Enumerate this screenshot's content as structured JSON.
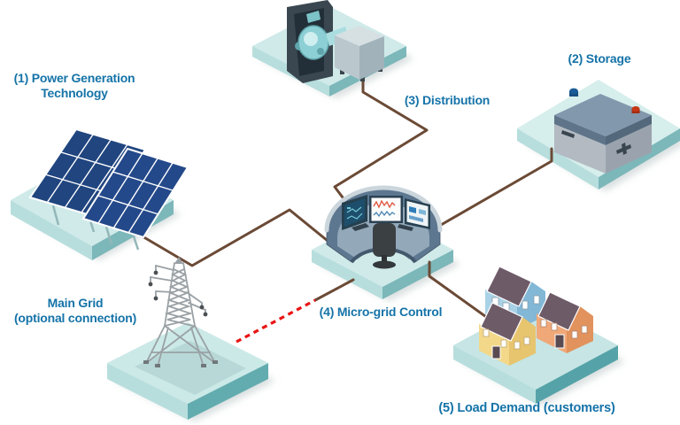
{
  "diagram": {
    "type": "isometric-microgrid-overview",
    "labels": {
      "power_generation_line1": "(1) Power Generation",
      "power_generation_line2": "Technology",
      "storage": "(2) Storage",
      "distribution": "(3) Distribution",
      "main_grid_line1": "Main Grid",
      "main_grid_line2": "(optional connection)",
      "microgrid_control": "(4) Micro-grid Control",
      "load_demand": "(5) Load Demand (customers)"
    },
    "nodes": [
      {
        "id": "power-generation",
        "label": "(1) Power Generation Technology",
        "icon": "solar-panels-icon"
      },
      {
        "id": "storage",
        "label": "(2) Storage",
        "icon": "battery-icon"
      },
      {
        "id": "distribution",
        "label": "(3) Distribution",
        "icon": "generator-icon"
      },
      {
        "id": "microgrid-control",
        "label": "(4) Micro-grid Control",
        "icon": "control-desk-icon"
      },
      {
        "id": "load-demand",
        "label": "(5) Load Demand (customers)",
        "icon": "houses-icon"
      },
      {
        "id": "main-grid",
        "label": "Main Grid (optional connection)",
        "icon": "transmission-tower-icon"
      }
    ],
    "connections": [
      {
        "from": "power-generation",
        "to": "microgrid-control",
        "style": "solid"
      },
      {
        "from": "distribution",
        "to": "microgrid-control",
        "style": "solid"
      },
      {
        "from": "storage",
        "to": "microgrid-control",
        "style": "solid"
      },
      {
        "from": "microgrid-control",
        "to": "load-demand",
        "style": "solid"
      },
      {
        "from": "main-grid",
        "to": "microgrid-control",
        "style": "dashed-optional"
      }
    ],
    "colors": {
      "label_text": "#1573a8",
      "line": "#6b4a36",
      "optional_line": "#ea1414",
      "platform_top": "#cfeae9",
      "platform_side_light": "#b7dedd",
      "platform_side_dark": "#7cb7ba",
      "solar_panel": "#20457f",
      "panel_grid": "#ffffff",
      "battery_body": "#b3bac2",
      "battery_lid": "#7e95ab",
      "terminal_negative": "#1a5c97",
      "terminal_positive": "#c63715",
      "generator_frame": "#3a4750",
      "generator_engine": "#8ccfd4",
      "generator_box": "#bac7cd",
      "console_body": "#5d7790",
      "console_rim": "#cbd5dc",
      "screen_dark": "#1d4e6b",
      "wave_red": "#e0503a",
      "wave_blue": "#4a86b4",
      "chair": "#3b4043",
      "tower_steel": "#9aa1a5",
      "roof": "#6e5b68",
      "house_blue": "#a9d2e6",
      "house_yellow": "#f3d88a",
      "house_orange": "#f0a878"
    }
  }
}
